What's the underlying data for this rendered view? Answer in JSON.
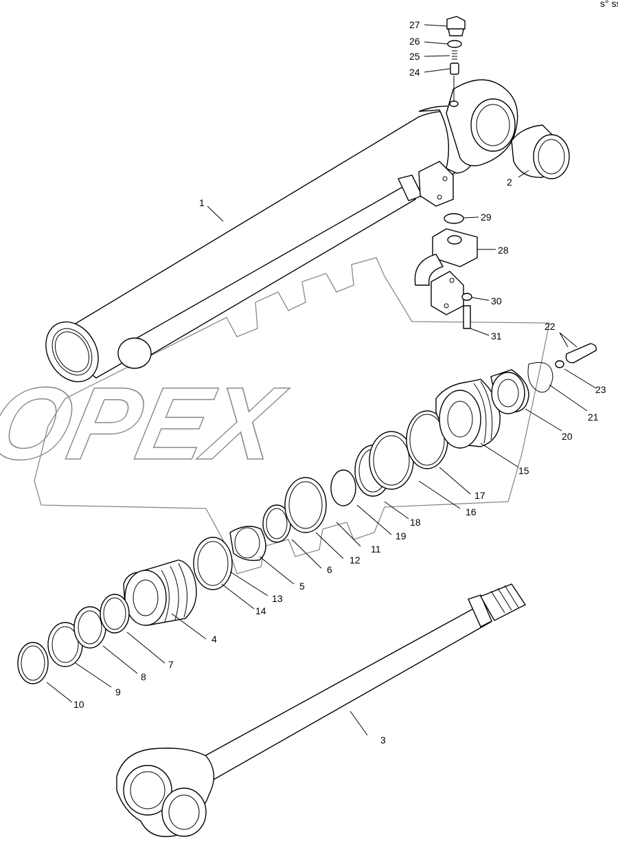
{
  "watermark": {
    "text": "OPEX",
    "color": "#888888"
  },
  "corner_mark": "s° sssss",
  "callouts": [
    {
      "id": "1",
      "label": "1"
    },
    {
      "id": "2",
      "label": "2"
    },
    {
      "id": "3",
      "label": "3"
    },
    {
      "id": "4",
      "label": "4"
    },
    {
      "id": "5",
      "label": "5"
    },
    {
      "id": "6",
      "label": "6"
    },
    {
      "id": "7",
      "label": "7"
    },
    {
      "id": "8",
      "label": "8"
    },
    {
      "id": "9",
      "label": "9"
    },
    {
      "id": "10",
      "label": "10"
    },
    {
      "id": "11",
      "label": "11"
    },
    {
      "id": "12",
      "label": "12"
    },
    {
      "id": "13",
      "label": "13"
    },
    {
      "id": "14",
      "label": "14"
    },
    {
      "id": "15",
      "label": "15"
    },
    {
      "id": "16",
      "label": "16"
    },
    {
      "id": "17",
      "label": "17"
    },
    {
      "id": "18",
      "label": "18"
    },
    {
      "id": "19",
      "label": "19"
    },
    {
      "id": "20",
      "label": "20"
    },
    {
      "id": "21",
      "label": "21"
    },
    {
      "id": "22",
      "label": "22"
    },
    {
      "id": "23",
      "label": "23"
    },
    {
      "id": "24",
      "label": "24"
    },
    {
      "id": "25",
      "label": "25"
    },
    {
      "id": "26",
      "label": "26"
    },
    {
      "id": "27",
      "label": "27"
    },
    {
      "id": "28",
      "label": "28"
    },
    {
      "id": "29",
      "label": "29"
    },
    {
      "id": "30",
      "label": "30"
    },
    {
      "id": "31",
      "label": "31"
    }
  ]
}
